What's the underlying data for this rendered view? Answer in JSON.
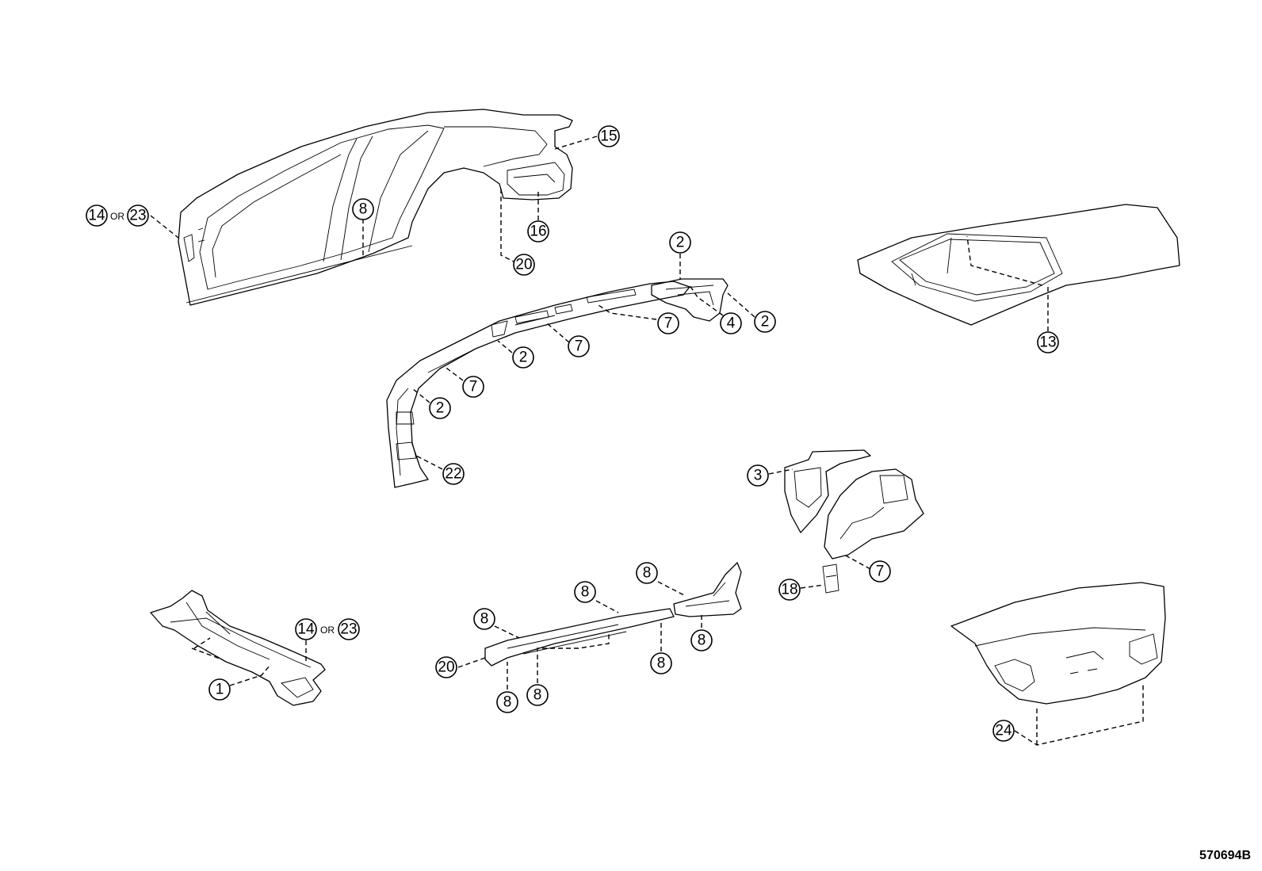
{
  "diagram_code": "570694B",
  "or_label": "OR",
  "callouts": {
    "c14a": "14",
    "c23a": "23",
    "c8_side": "8",
    "c15": "15",
    "c16": "16",
    "c20_top": "20",
    "c2_a": "2",
    "c2_b": "2",
    "c2_c": "2",
    "c2_d": "2",
    "c4": "4",
    "c7_a": "7",
    "c7_b": "7",
    "c7_c": "7",
    "c22": "22",
    "c13": "13",
    "c3": "3",
    "c7_d": "7",
    "c18": "18",
    "c1": "1",
    "c14b": "14",
    "c23b": "23",
    "c8_a": "8",
    "c8_b": "8",
    "c8_c": "8",
    "c8_d": "8",
    "c8_e": "8",
    "c8_f": "8",
    "c8_g": "8",
    "c20_b": "20",
    "c24": "24"
  }
}
